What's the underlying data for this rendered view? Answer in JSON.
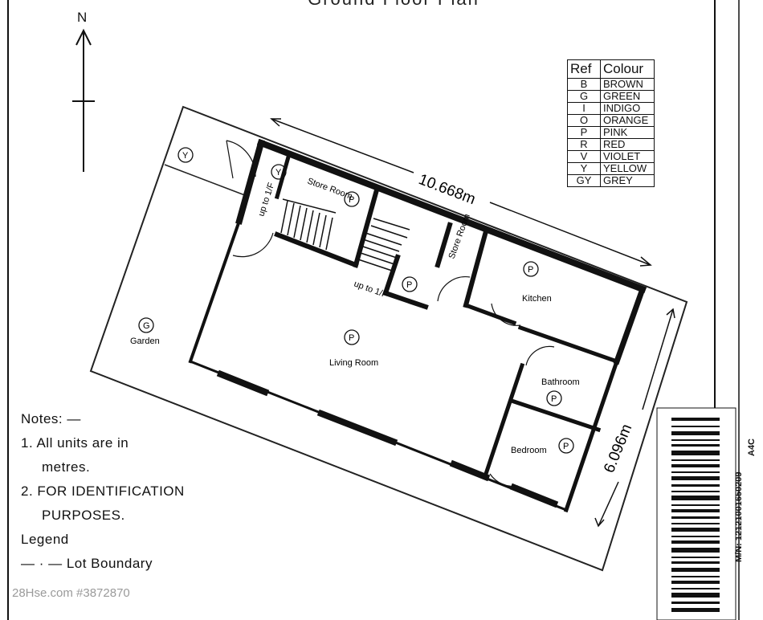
{
  "title": "Ground Floor Plan",
  "north_label": "N",
  "dimensions": {
    "length": "10.668m",
    "width": "6.096m"
  },
  "rooms": {
    "store_room_1": "Store Room",
    "store_room_2": "Store Room",
    "kitchen": "Kitchen",
    "living_room": "Living Room",
    "bathroom": "Bathroom",
    "bedroom": "Bedroom",
    "garden": "Garden",
    "stair_1": "up to 1/F",
    "stair_2": "up to 1/F"
  },
  "markers": {
    "Y": "Y",
    "P": "P",
    "G": "G"
  },
  "legend": {
    "header_ref": "Ref",
    "header_colour": "Colour",
    "rows": [
      {
        "ref": "B",
        "colour": "BROWN"
      },
      {
        "ref": "G",
        "colour": "GREEN"
      },
      {
        "ref": "I",
        "colour": "INDIGO"
      },
      {
        "ref": "O",
        "colour": "ORANGE"
      },
      {
        "ref": "P",
        "colour": "PINK"
      },
      {
        "ref": "R",
        "colour": "RED"
      },
      {
        "ref": "V",
        "colour": "VIOLET"
      },
      {
        "ref": "Y",
        "colour": "YELLOW"
      },
      {
        "ref": "GY",
        "colour": "GREY"
      }
    ]
  },
  "notes": {
    "heading": "Notes: —",
    "line1a": "1. All units are in",
    "line1b": "metres.",
    "line2a": "2. FOR IDENTIFICATION",
    "line2b": "PURPOSES.",
    "legend_heading": "Legend",
    "lot_boundary": "— · — Lot Boundary"
  },
  "watermark": "28Hse.com #3872870",
  "barcode": {
    "number": "M/N: 12121001650209",
    "code": "A4C"
  }
}
